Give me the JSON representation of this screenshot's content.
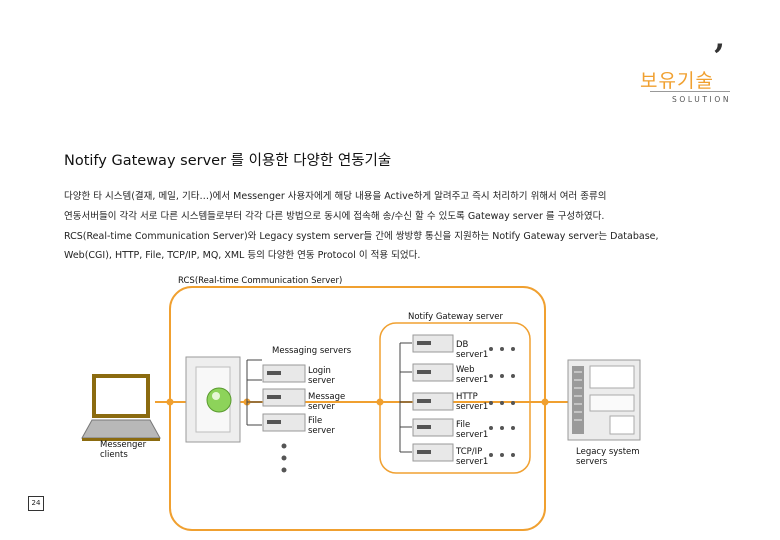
{
  "header": {
    "mark": "’",
    "section_title": "보유기술",
    "section_subtitle": "SOLUTION"
  },
  "heading": "Notify Gateway server 를 이용한 다양한 연동기술",
  "paragraph": [
    "다양한 타 시스템(결재, 메일, 기타…)에서 Messenger 사용자에게 해당 내용을 Active하게 알려주고 즉시  처리하기 위해서 여러 종류의",
    "연동서버들이 각각 서로 다른 시스템들로부터 각각 다른 방법으로 동시에 접속해 송/수신 할 수 있도록  Gateway server 를 구성하였다.",
    "RCS(Real-time Communication Server)와 Legacy system server들 간에 쌍방향 통신을 지원하는 Notify Gateway server는 Database,",
    "Web(CGI), HTTP, File, TCP/IP, MQ, XML 등의 다양한 연동 Protocol 이 적용 되었다."
  ],
  "diagram": {
    "rcs_label": "RCS(Real-time Communication Server)",
    "gateway_label": "Notify Gateway server",
    "messaging_label": "Messaging servers",
    "messaging_servers": [
      "Login\nserver",
      "Message\nserver",
      "File\nserver"
    ],
    "gateway_servers": [
      "DB\nserver1",
      "Web\nserver1",
      "HTTP\nserver1",
      "File\nserver1",
      "TCP/IP\nserver1"
    ],
    "client_label": "Messenger\nclients",
    "legacy_label": "Legacy system\nservers"
  },
  "page_number": "24",
  "colors": {
    "accent": "#f0a030",
    "server_fill": "#e8e8e8",
    "globe": "#8dd35a",
    "laptop": "#8b6b10"
  }
}
